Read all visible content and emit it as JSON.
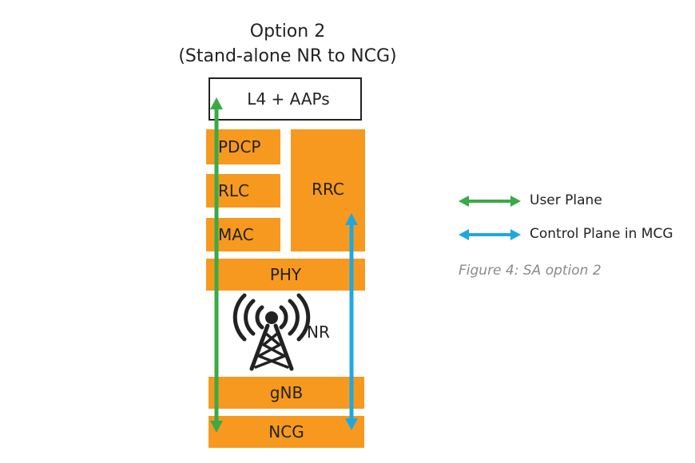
{
  "header": {
    "title_line1": "Option 2",
    "title_line2": "(Stand-alone NR to NCG)"
  },
  "stack": {
    "l4": "L4 + AAPs",
    "pdcp": "PDCP",
    "rlc": "RLC",
    "mac": "MAC",
    "rrc": "RRC",
    "phy": "PHY",
    "nr": "NR",
    "gnb": "gNB",
    "ncg": "NCG"
  },
  "legend": {
    "user_plane": "User Plane",
    "control_plane": "Control Plane in MCG"
  },
  "caption": "Figure 4: SA option 2",
  "colors": {
    "layer_fill": "#F7991E",
    "user_plane": "#3AAA46",
    "control_plane": "#1FA8E0",
    "tower": "#222222"
  },
  "icons": {
    "tower": "radio-tower-icon"
  }
}
